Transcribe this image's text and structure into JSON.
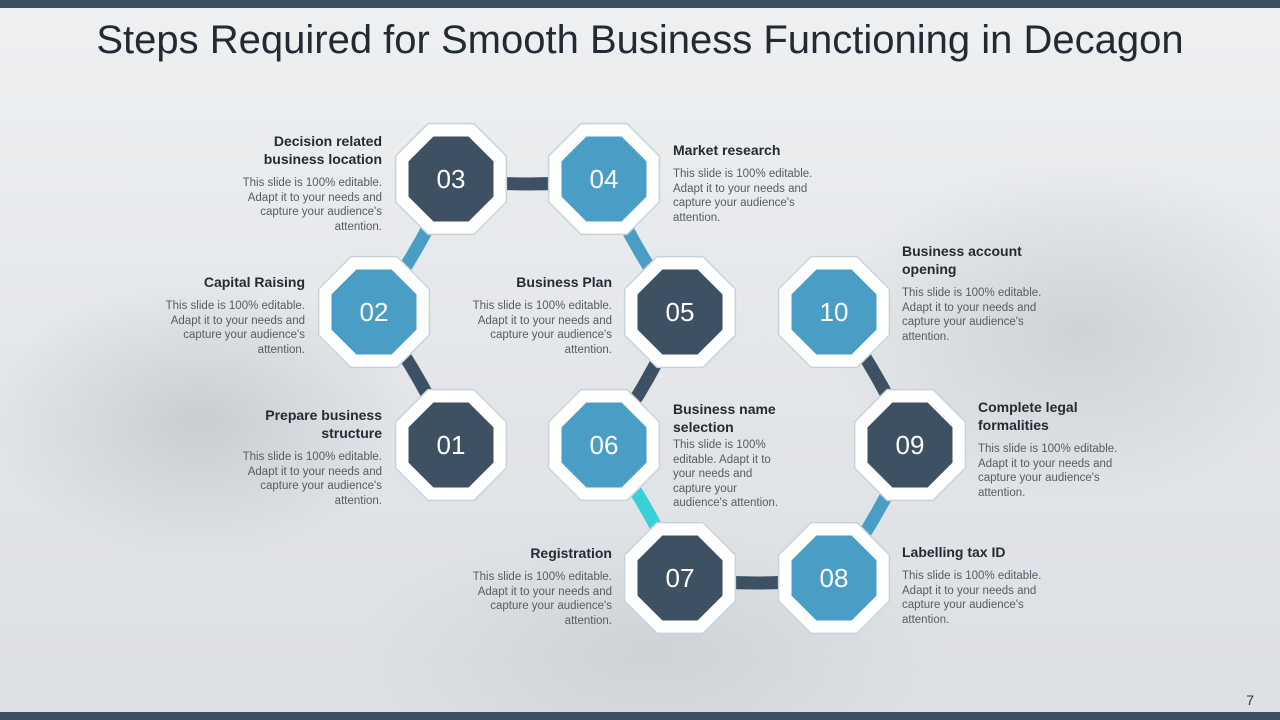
{
  "title": "Steps Required for Smooth Business Functioning in Decagon",
  "page_number": "7",
  "colors": {
    "dark": "#3d5163",
    "blue": "#4a9ec5",
    "teal": "#39d1d8",
    "bar": "#3c5264"
  },
  "steps": [
    {
      "num": "01",
      "title": "Prepare business structure",
      "desc": "This slide is 100% editable. Adapt it to your needs and capture your audience's attention."
    },
    {
      "num": "02",
      "title": "Capital Raising",
      "desc": "This slide is 100% editable. Adapt it to your needs and capture your audience's attention."
    },
    {
      "num": "03",
      "title": "Decision related business location",
      "desc": "This slide is 100% editable. Adapt it to your needs and capture your audience's attention."
    },
    {
      "num": "04",
      "title": "Market research",
      "desc": "This slide is 100% editable. Adapt it to your needs and capture your audience's attention."
    },
    {
      "num": "05",
      "title": "Business Plan",
      "desc": "This slide is 100% editable. Adapt it to your needs and capture your audience's attention."
    },
    {
      "num": "06",
      "title": "Business name selection",
      "desc": "This slide is 100% editable. Adapt it to your needs and capture your audience's attention."
    },
    {
      "num": "07",
      "title": "Registration",
      "desc": "This slide is 100% editable. Adapt it to your needs and capture your audience's attention."
    },
    {
      "num": "08",
      "title": "Labelling tax ID",
      "desc": "This slide is 100% editable. Adapt it to your needs and capture your audience's attention."
    },
    {
      "num": "09",
      "title": "Complete legal formalities",
      "desc": "This slide is 100% editable. Adapt it to your needs and capture your audience's attention."
    },
    {
      "num": "10",
      "title": "Business account opening",
      "desc": "This slide is 100% editable. Adapt it to your needs and capture your audience's attention."
    }
  ]
}
